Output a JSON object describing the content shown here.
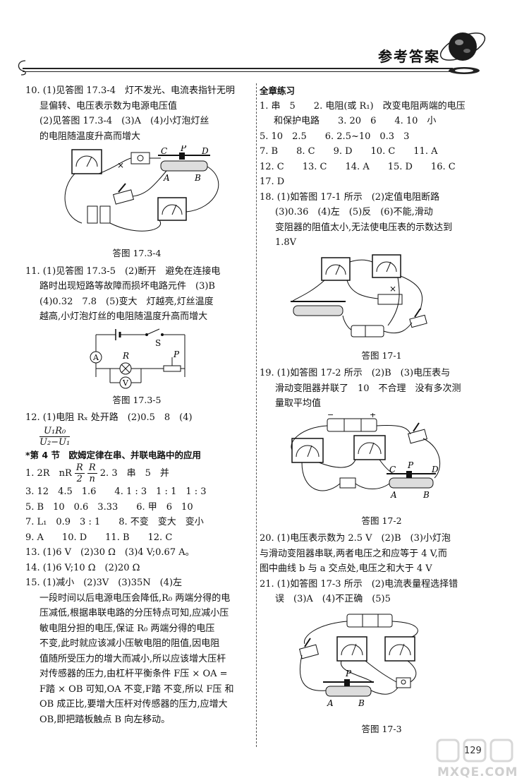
{
  "header": {
    "title": "参考答案"
  },
  "page_number": "129",
  "watermark": "MXQE.COM",
  "left": {
    "q10": [
      "10. (1)见答图 17.3-4　灯不发光、电流表指针无明",
      "显偏转、电压表示数为电源电压值",
      "(2)见答图 17.3-4　(3)A　(4)小灯泡灯丝",
      "的电阻随温度升高而增大"
    ],
    "fig_1734": {
      "caption": "答图 17.3-4",
      "labels": [
        "C",
        "P",
        "D",
        "A",
        "B"
      ]
    },
    "q11": [
      "11. (1)见答图 17.3-5　(2)断开　避免在连接电",
      "路时出现短路等故障而损坏电路元件　(3)B",
      "(4)0.32　7.8　(5)变大　灯越亮,灯丝温度",
      "越高,小灯泡灯丝的电阻随温度升高而增大"
    ],
    "fig_1735": {
      "caption": "答图 17.3-5",
      "labels": [
        "S",
        "A",
        "R",
        "P",
        "V"
      ]
    },
    "q12": {
      "text": "12. (1)电阻 Rₓ 处开路　(2)0.5　8　(4)",
      "frac_num": "U₁R₀",
      "frac_den": "U₂−U₁"
    },
    "section4": "*第 4 节　欧姆定律在串、并联电路中的应用",
    "q1": {
      "prefix": "1. 2R　nR",
      "f1n": "R",
      "f1d": "2",
      "f2n": "R",
      "f2d": "n",
      "suffix": "2. 3　串　5　并"
    },
    "rows": [
      "3. 12　4.5　1.6　　4. 1 : 3　1 : 1　1 : 3",
      "5. B　10　0.6　3.33　　6. 甲　6　10",
      "7. L₁　0.9　3 : 1　　8. 不变　变大　变小",
      "9. A　　10. D　　11. B　　12. C",
      "13. (1)6 V　(2)30 Ω　(3)4 V;0.67 A。",
      "14. (1)6 V;10 Ω　(2)20 Ω"
    ],
    "q15": [
      "15. (1)减小　(2)3V　(3)35N　(4)左",
      "一段时间以后电源电压会降低,R₀ 两端分得的电",
      "压减低,根据串联电路的分压特点可知,应减小压",
      "敏电阻分担的电压,保证 R₀ 两端分得的电压",
      "不变,此时就应该减小压敏电阻的阻值,因电阻",
      "值随所受压力的增大而减小,所以应该增大压杆",
      "对传感器的压力,由杠杆平衡条件 F压 × OA =",
      "F踏 × OB 可知,OA 不变,F踏 不变,所以 F压 和",
      "OB 成正比,要增大压杆对传感器的压力,应增大",
      "OB,即把踏板触点 B 向左移动。"
    ]
  },
  "right": {
    "heading": "全章练习",
    "lines": [
      "1. 串　5　　2. 电阻(或 R₁)　改变电阻两端的电压",
      "和保护电路　　3. 20　6　　4. 10　小",
      "5. 10　2.5　　6. 2.5~10　0.3　3",
      "7. B　　8. C　　9. D　　10. C　　11. A",
      "12. C　　13. C　　14. A　　15. D　　16. C",
      "17. D",
      "18. (1)如答图 17-1 所示　(2)定值电阻断路",
      "(3)0.36　(4)左　(5)反　(6)不能,滑动",
      "变阻器的阻值太小,无法使电压表的示数达到",
      "1.8V"
    ],
    "fig_171": {
      "caption": "答图 17-1"
    },
    "q19": [
      "19. (1)如答图 17-2 所示　(2)B　(3)电压表与",
      "滑动变阻器并联了　10　不合理　没有多次测",
      "量取平均值"
    ],
    "fig_172": {
      "caption": "答图 17-2",
      "labels": [
        "C",
        "P",
        "D",
        "A",
        "B"
      ]
    },
    "q20": [
      "20. (1)电压表示数为 2.5 V　(2)B　(3)小灯泡",
      "与滑动变阻器串联,两者电压之和应等于 4 V,而",
      "图中曲线 b 与 a 交点处,电压之和大于 4 V"
    ],
    "q21": [
      "21. (1)如答图 17-3 所示　(2)电流表量程选择错",
      "误　(3)A　(4)不正确　(5)5"
    ],
    "fig_173": {
      "caption": "答图 17-3",
      "labels": [
        "P",
        "A",
        "B"
      ]
    }
  }
}
